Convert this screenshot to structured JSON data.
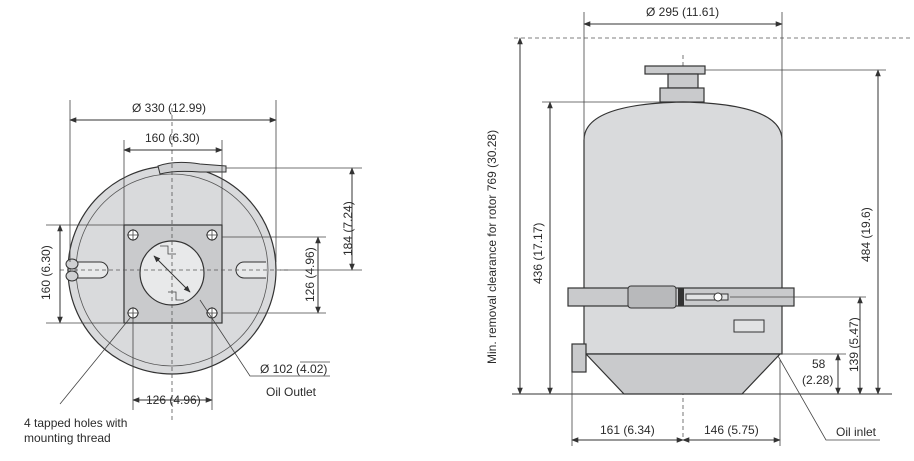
{
  "top_view": {
    "dia_outer": "Ø 330 (12.99)",
    "width_160_top": "160 (6.30)",
    "height_184": "184 (7.24)",
    "height_160_left": "160 (6.30)",
    "height_126_right": "126 (4.96)",
    "width_126_bottom": "126 (4.96)",
    "dia_outlet": "Ø 102 (4.02)",
    "oil_outlet": "Oil Outlet",
    "tapped_holes_line1": "4 tapped holes with",
    "tapped_holes_line2": "mounting thread"
  },
  "side_view": {
    "dia_295": "Ø 295 (11.61)",
    "min_removal": "Min. removal clearance for rotor 769 (30.28)",
    "height_436": "436 (17.17)",
    "height_484": "484 (19.6)",
    "height_139": "139 (5.47)",
    "inlet_58_line1": "58",
    "inlet_58_line2": "(2.28)",
    "width_161": "161 (6.34)",
    "width_146": "146 (5.75)",
    "oil_inlet": "Oil inlet"
  }
}
